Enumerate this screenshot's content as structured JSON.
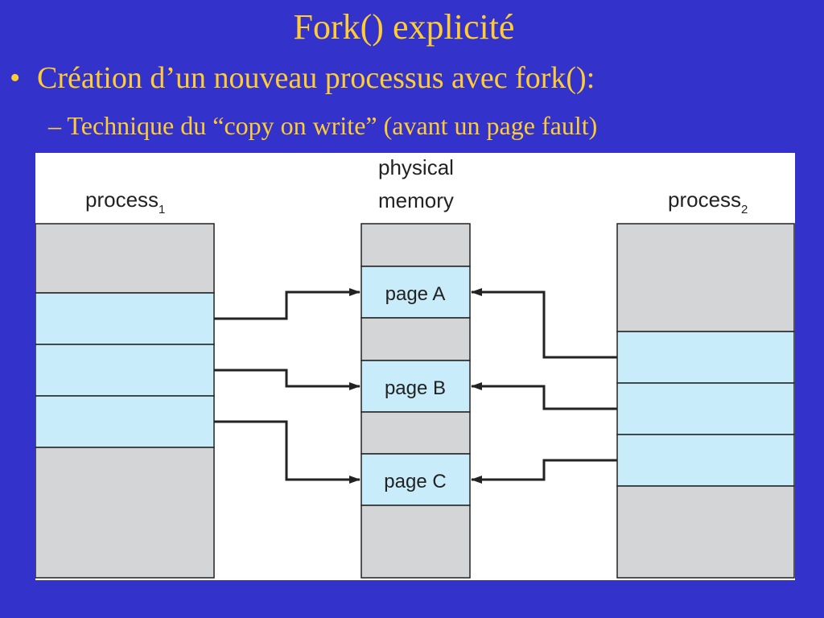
{
  "slide": {
    "title": "Fork() explicité",
    "bullet_marker": "•",
    "bullet": "Création d’un nouveau processus avec fork():",
    "sub_bullet": "– Technique du “copy on write” (avant un page fault)"
  },
  "diagram": {
    "process1_label": "process",
    "process1_sub": "1",
    "memory_label_line1": "physical",
    "memory_label_line2": "memory",
    "process2_label": "process",
    "process2_sub": "2",
    "pages": [
      "page A",
      "page B",
      "page C"
    ],
    "colors": {
      "background": "#3333cc",
      "text": "#ffcc33",
      "gray_block": "#d3d5d7",
      "blue_block": "#c8ecfa",
      "border": "#222222"
    }
  }
}
